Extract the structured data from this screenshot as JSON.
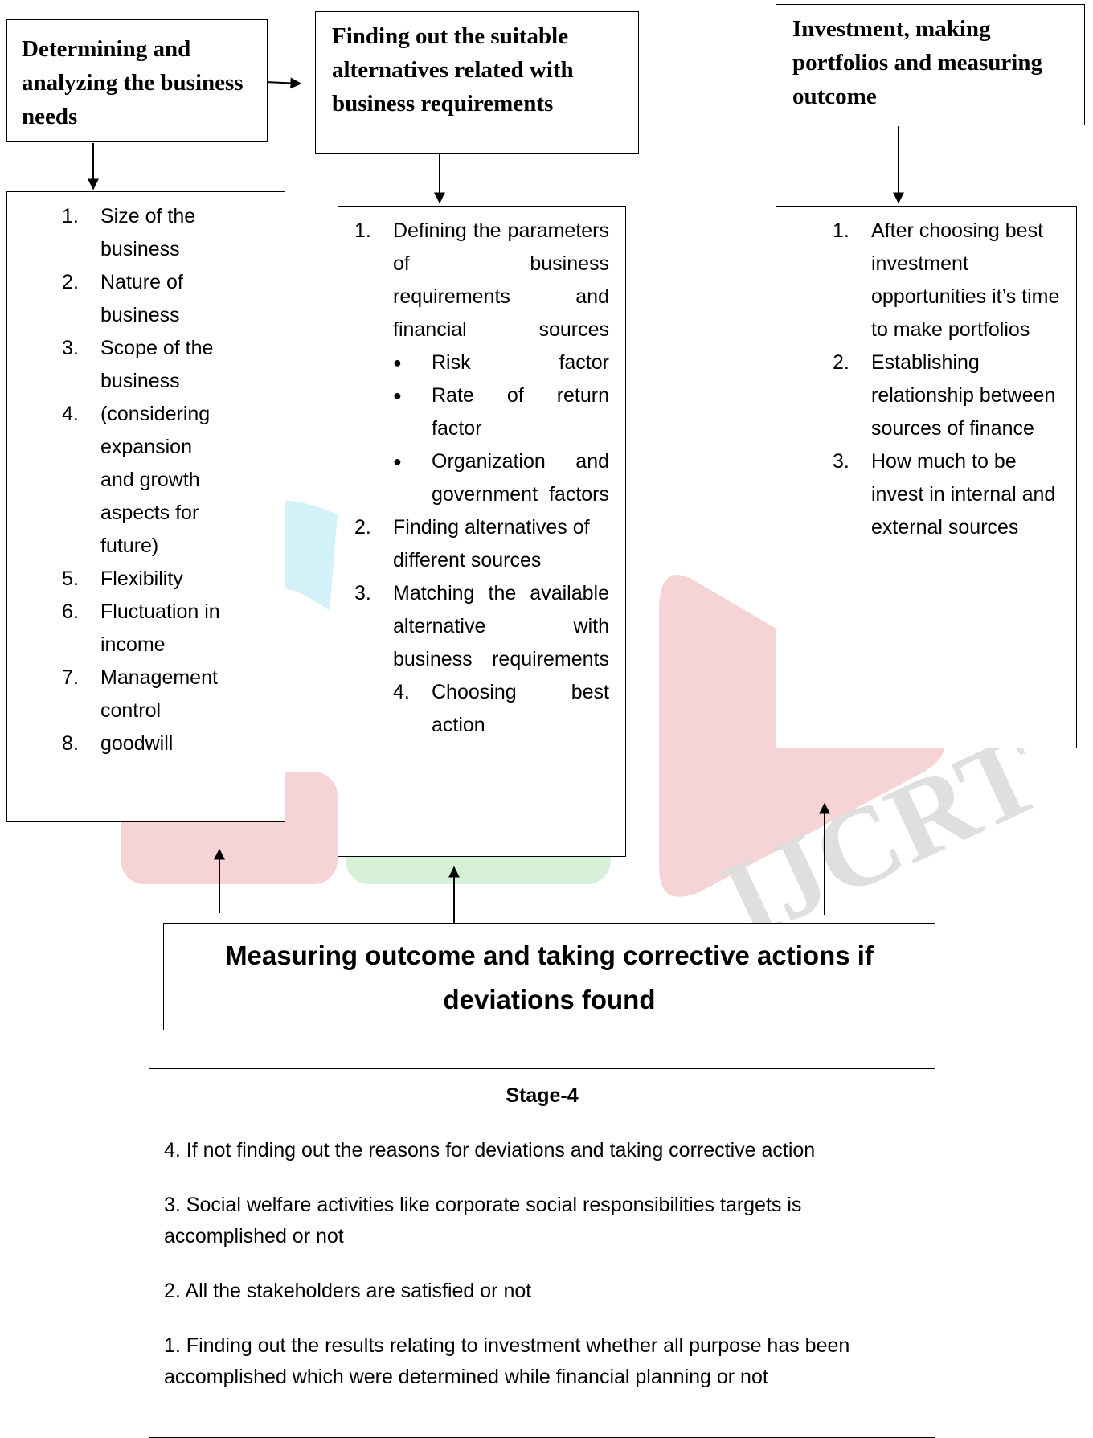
{
  "col1": {
    "title": "Determining and analyzing the business needs",
    "items": [
      {
        "num": "1.",
        "text": "Size  of the business"
      },
      {
        "num": "2.",
        "text": "Nature of business"
      },
      {
        "num": "3.",
        "text": "Scope of the business"
      },
      {
        "num": "4.",
        "text": "(considering expansion and growth aspects for future)"
      },
      {
        "num": "5.",
        "text": "Flexibility"
      },
      {
        "num": "6.",
        "text": "Fluctuation in income"
      },
      {
        "num": "7.",
        "text": "Management control"
      },
      {
        "num": "8.",
        "text": "goodwill"
      }
    ]
  },
  "col2": {
    "title": "Finding out the suitable alternatives related with business requirements",
    "item1": {
      "num": "1.",
      "text": "Defining the parameters of business requirements and financial sources"
    },
    "bullets": [
      "Risk factor",
      "Rate of return factor",
      "Organization and government factors"
    ],
    "item2": {
      "num": "2.",
      "text": "Finding alternatives of different sources"
    },
    "item3": {
      "num": "3.",
      "text": "Matching the available alternative with business requirements"
    },
    "item4": {
      "num": "4.",
      "text": "Choosing best action"
    }
  },
  "col3": {
    "title": "Investment, making portfolios and measuring outcome",
    "items": [
      {
        "num": "1.",
        "text": "After choosing best investment opportunities it’s time to make portfolios"
      },
      {
        "num": "2.",
        "text": "Establishing relationship between sources of finance"
      },
      {
        "num": "3.",
        "text": "How much to be invest in internal and external sources"
      }
    ]
  },
  "measure": {
    "text": "Measuring outcome and taking corrective actions if deviations found"
  },
  "stage4": {
    "title": "Stage-4",
    "lines": [
      "4. If not  finding out the  reasons for deviations and taking corrective action",
      "3. Social welfare activities like corporate social responsibilities targets is accomplished or not",
      "2. All the stakeholders are satisfied or not",
      "1. Finding out the results relating to investment whether all purpose has been accomplished which were determined while financial planning or not"
    ]
  },
  "watermark": {
    "text": "IJCRT"
  },
  "colors": {
    "wm_cyan": "#c8eef6",
    "wm_red": "#f4c9cc",
    "wm_green": "#cdeecf",
    "wm_gray": "#dcdcdc"
  }
}
